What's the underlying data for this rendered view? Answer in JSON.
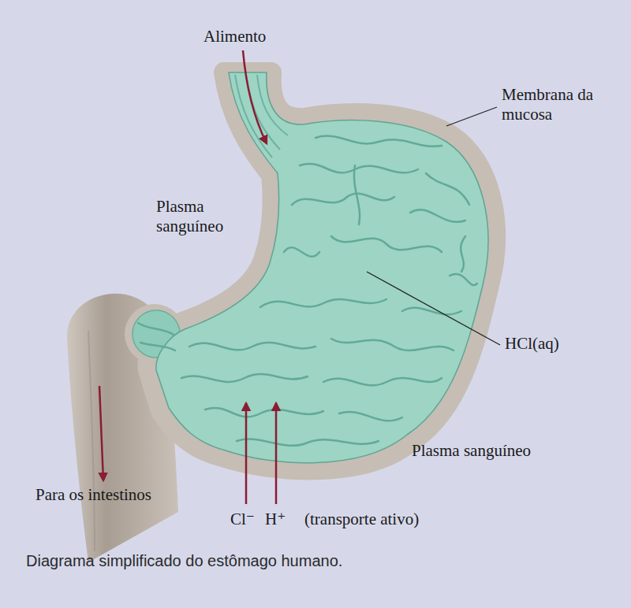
{
  "diagram": {
    "caption": "Diagrama simplificado do estômago humano.",
    "labels": [
      "Alimento",
      "Membrana da mucosa",
      "Plasma sanguíneo",
      "HCl(aq)",
      "Plasma sanguíneo",
      "Para os intestinos",
      "Cl⁻",
      "H⁺",
      "(transporte ativo)"
    ]
  }
}
